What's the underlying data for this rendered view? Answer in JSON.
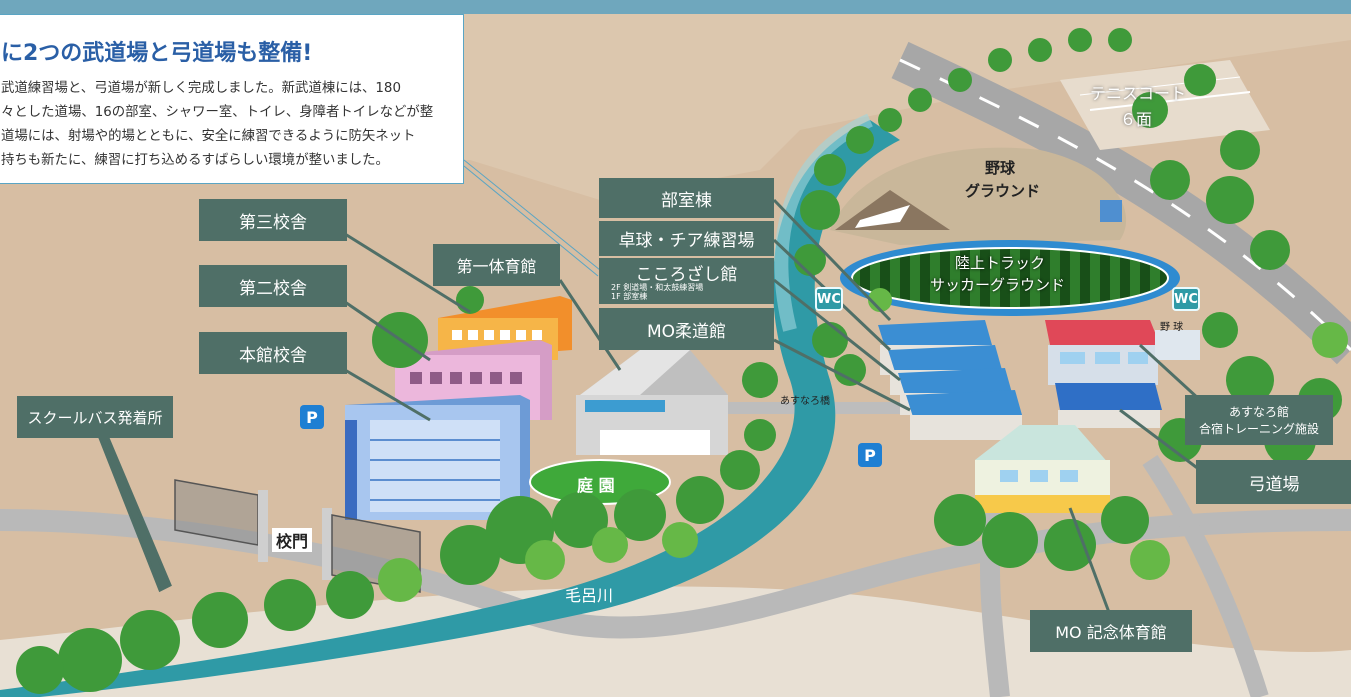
{
  "info_box": {
    "title": "に2つの武道場と弓道場も整備!",
    "lines": [
      "武道練習場と、弓道場が新しく完成しました。新武道棟には、180",
      "々とした道場、16の部室、シャワー室、トイレ、身障者トイレなどが整",
      "道場には、射場や的場とともに、安全に練習できるように防矢ネット",
      "持ちも新たに、練習に打ち込めるすばらしい環境が整いました。"
    ]
  },
  "labels": {
    "daisan_kousha": "第三校舎",
    "daini_kousha": "第二校舎",
    "honkan_kousha": "本館校舎",
    "school_bus": "スクールバス発着所",
    "daiichi_gym": "第一体育館",
    "bushitsu": "部室棟",
    "takkyu": "卓球・チア練習場",
    "kokorozashi": "こころざし館",
    "kokorozashi_2f": "2F 剣道場・和太鼓練習場",
    "kokorozashi_1f": "1F 部室棟",
    "mo_judo": "MO柔道館",
    "asunaro_kan_1": "あすなろ館",
    "asunaro_kan_2": "合宿トレーニング施設",
    "kyudojo": "弓道場",
    "mo_kinen": "MO 記念体育館"
  },
  "map_text": {
    "tennis_1": "テニスコート",
    "tennis_2": "６面",
    "baseball_1": "野球",
    "baseball_2": "グラウンド",
    "track_1": "陸上トラック",
    "track_2": "サッカーグラウンド",
    "yakyu_small": "野 球",
    "asunaro_bridge": "あすなろ橋",
    "teien": "庭 園",
    "koumon": "校門",
    "river": "毛呂川",
    "wc": "WC",
    "parking": "P"
  },
  "colors": {
    "label_bg": "#4f6f67",
    "river": "#2f9aa6",
    "ground": "#d9c2a8",
    "tree": "#3f9a3a",
    "parking": "#1e7fd3",
    "title_blue": "#2a5fa6"
  },
  "icons": [
    "parking-icon",
    "wc-icon"
  ]
}
